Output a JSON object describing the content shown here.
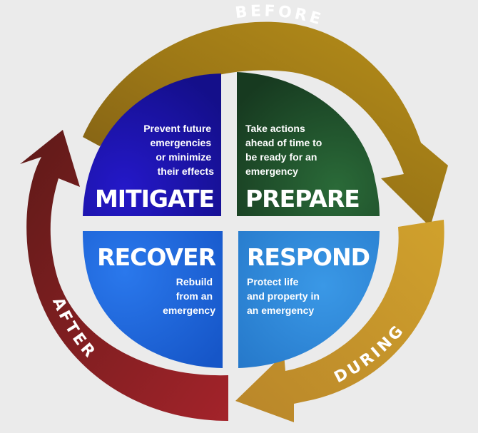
{
  "phases": {
    "before": "BEFORE",
    "during": "DURING",
    "after": "AFTER"
  },
  "quadrants": {
    "mitigate": {
      "title": "MITIGATE",
      "lines": [
        "Prevent future",
        "emergencies",
        "or minimize",
        "their effects"
      ],
      "color": "#1b13a6"
    },
    "prepare": {
      "title": "PREPARE",
      "lines": [
        "Take actions",
        "ahead of time to",
        "be ready for an",
        "emergency"
      ],
      "color": "#1f4c2a"
    },
    "recover": {
      "title": "RECOVER",
      "lines": [
        "Rebuild",
        "from an",
        "emergency"
      ],
      "color": "#1a63dc"
    },
    "respond": {
      "title": "RESPOND",
      "lines": [
        "Protect life",
        "and property in",
        "an emergency"
      ],
      "color": "#2e86d9"
    }
  },
  "colors": {
    "before_arrow": "#9a7418",
    "during_arrow": "#c0932a",
    "after_arrow": "#8c1f22",
    "background": "#ebebeb"
  }
}
